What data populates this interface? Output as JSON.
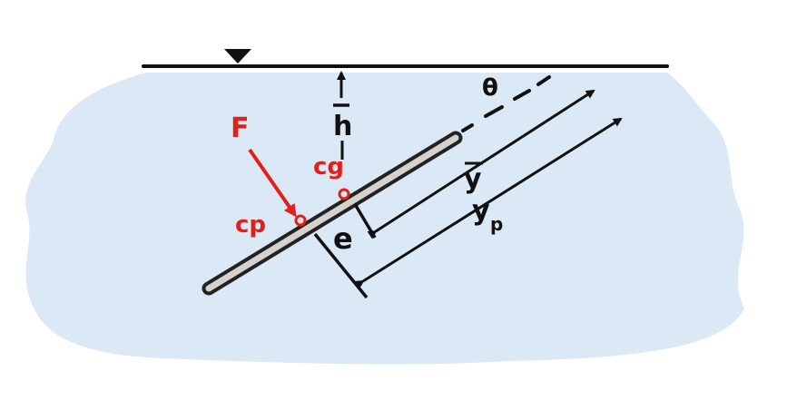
{
  "labels": {
    "force": "F",
    "center_of_pressure": "cp",
    "center_of_gravity": "cg",
    "depth": "h",
    "angle": "θ",
    "y_bar": "y",
    "y_p": "y",
    "y_p_subscript": "p",
    "eccentricity": "e"
  },
  "colors": {
    "water": "#dbe8f5",
    "ink": "#111111",
    "accent": "#e0201b",
    "plate_fill": "#d4d1cf"
  },
  "icons": {
    "free_surface_marker": "inverted-triangle-icon"
  }
}
